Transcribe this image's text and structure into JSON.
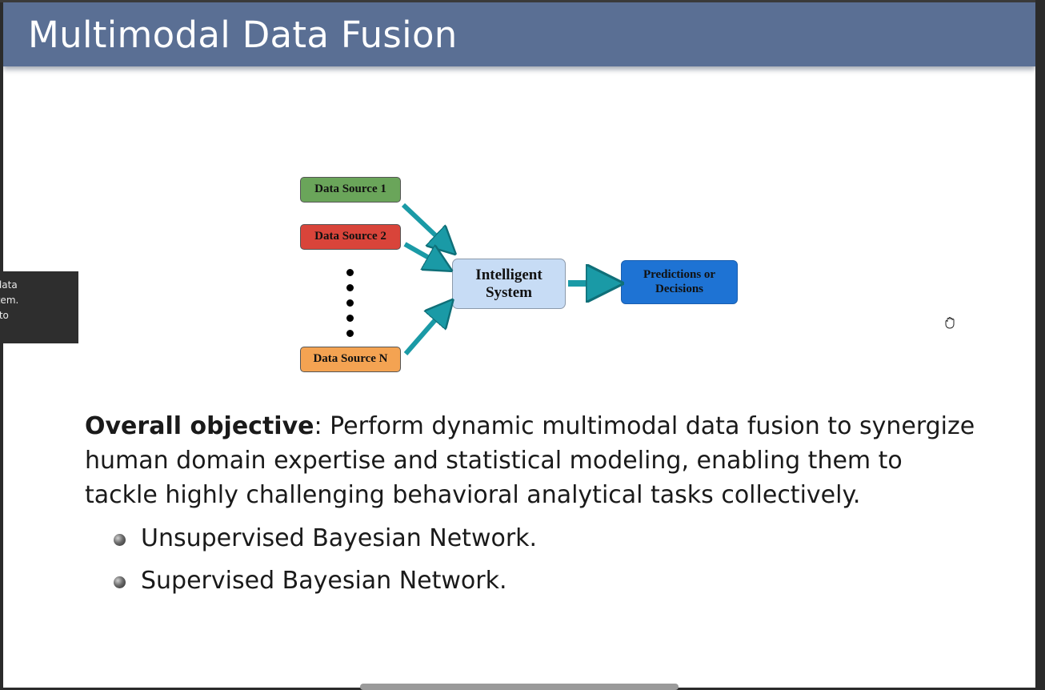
{
  "slide": {
    "title": "Multimodal Data Fusion"
  },
  "diagram": {
    "sources": [
      "Data Source 1",
      "Data Source 2",
      "Data Source N"
    ],
    "center_line1": "Intelligent",
    "center_line2": "System",
    "output_line1": "Predictions or",
    "output_line2": "Decisions",
    "colors": {
      "source1": "#6aa55a",
      "source2": "#d9443a",
      "sourceN": "#f4a352",
      "center": "#c7dcf5",
      "output": "#1e73d4",
      "arrow": "#1a9aa6"
    }
  },
  "objective": {
    "label": "Overall objective",
    "text": ": Perform dynamic multimodal data fusion to synergize human domain expertise and statistical modeling, enabling them to tackle highly challenging behavioral analytical tasks collectively."
  },
  "bullets": [
    "Unsupervised Bayesian Network.",
    "Supervised Bayesian Network."
  ],
  "tooltip": {
    "line1": "input data",
    "line2": "ut system.",
    "line3": "ve try to"
  },
  "icons": {
    "cursor": "hand-grab-icon"
  }
}
